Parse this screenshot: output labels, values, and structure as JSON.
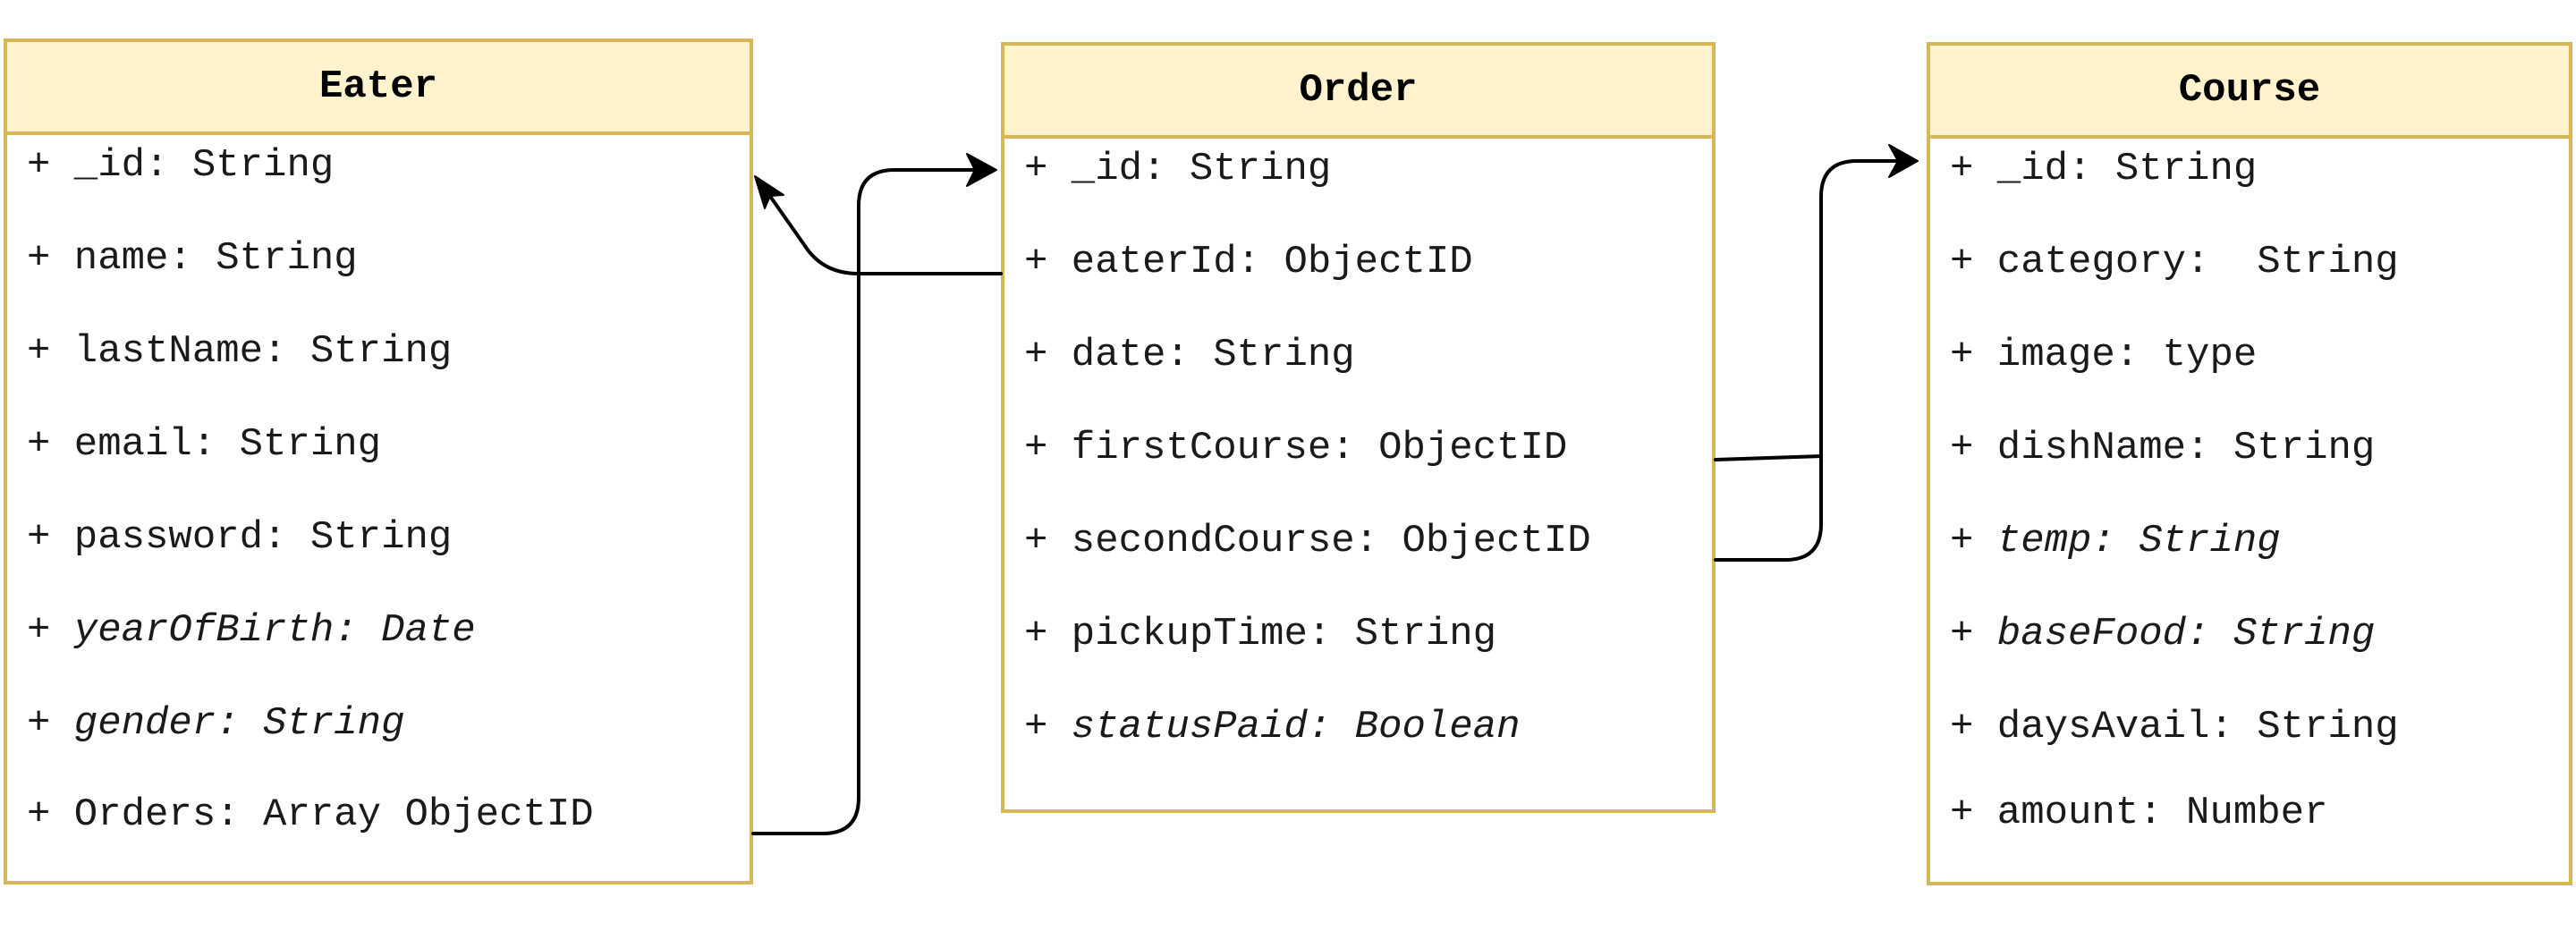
{
  "classes": {
    "eater": {
      "name": "Eater",
      "attributes": [
        {
          "text": "+ _id: String",
          "italic": false
        },
        {
          "text": "+ name: String",
          "italic": false
        },
        {
          "text": "+ lastName: String",
          "italic": false
        },
        {
          "text": "+ email: String",
          "italic": false
        },
        {
          "text": "+ password: String",
          "italic": false
        },
        {
          "text": "+ yearOfBirth: Date",
          "italic": true
        },
        {
          "text": "+ gender: String",
          "italic": true
        },
        {
          "text": "+ Orders: Array ObjectID",
          "italic": false
        }
      ]
    },
    "order": {
      "name": "Order",
      "attributes": [
        {
          "text": "+ _id: String",
          "italic": false
        },
        {
          "text": "+ eaterId: ObjectID",
          "italic": false
        },
        {
          "text": "+ date: String",
          "italic": false
        },
        {
          "text": "+ firstCourse: ObjectID",
          "italic": false
        },
        {
          "text": "+ secondCourse: ObjectID",
          "italic": false
        },
        {
          "text": "+ pickupTime: String",
          "italic": false
        },
        {
          "text": "+ statusPaid: Boolean",
          "italic": true
        }
      ]
    },
    "course": {
      "name": "Course",
      "attributes": [
        {
          "text": "+ _id: String",
          "italic": false
        },
        {
          "text": "+ category:  String",
          "italic": false
        },
        {
          "text": "+ image: type",
          "italic": false
        },
        {
          "text": "+ dishName: String",
          "italic": false
        },
        {
          "text": "+ temp: String",
          "italic": true
        },
        {
          "text": "+ baseFood: String",
          "italic": true
        },
        {
          "text": "+ daysAvail: String",
          "italic": false
        },
        {
          "text": "+ amount: Number",
          "italic": false
        }
      ]
    }
  },
  "relations": [
    {
      "from": "Eater.Orders",
      "to": "Order._id"
    },
    {
      "from": "Order.eaterId",
      "to": "Eater._id"
    },
    {
      "from": "Order.firstCourse",
      "to": "Course._id"
    },
    {
      "from": "Order.secondCourse",
      "to": "Course._id"
    }
  ],
  "colors": {
    "header_fill": "#fff2cc",
    "border": "#d6b656",
    "connector": "#000000"
  }
}
